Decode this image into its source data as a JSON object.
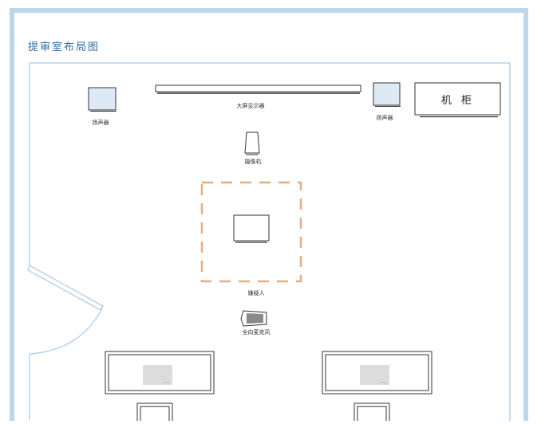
{
  "title": "提审室布局图",
  "labels": {
    "speaker_left": "扬声器",
    "display": "大屏显示器",
    "speaker_right": "扬声器",
    "cabinet": "机 柜",
    "camera": "摄像机",
    "suspect": "嫌疑人",
    "microphone": "全向麦克风"
  },
  "colors": {
    "frame": "#bcd6ec",
    "room_line": "#a9c9e3",
    "fill_light": "#ddeaf6",
    "zone_dash": "#e2ae86",
    "ink": "#333333"
  }
}
